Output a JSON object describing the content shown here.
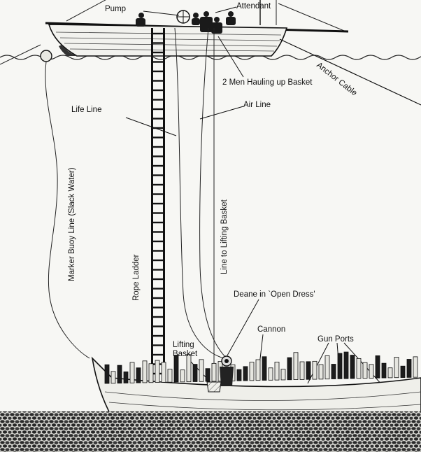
{
  "labels": {
    "pump": "Pump",
    "attendant": "Attendant",
    "men_hauling": "2 Men Hauling up Basket",
    "anchor_cable": "Anchor Cable",
    "life_line": "Life Line",
    "air_line": "Air Line",
    "marker_buoy": "Marker Buoy Line (Slack Water)",
    "rope_ladder": "Rope Ladder",
    "line_to_basket": "Line to Lifting Basket",
    "deane": "Deane in `Open Dress'",
    "cannon": "Cannon",
    "gun_ports": "Gun Ports",
    "lifting_basket_1": "Lifting",
    "lifting_basket_2": "Basket"
  }
}
